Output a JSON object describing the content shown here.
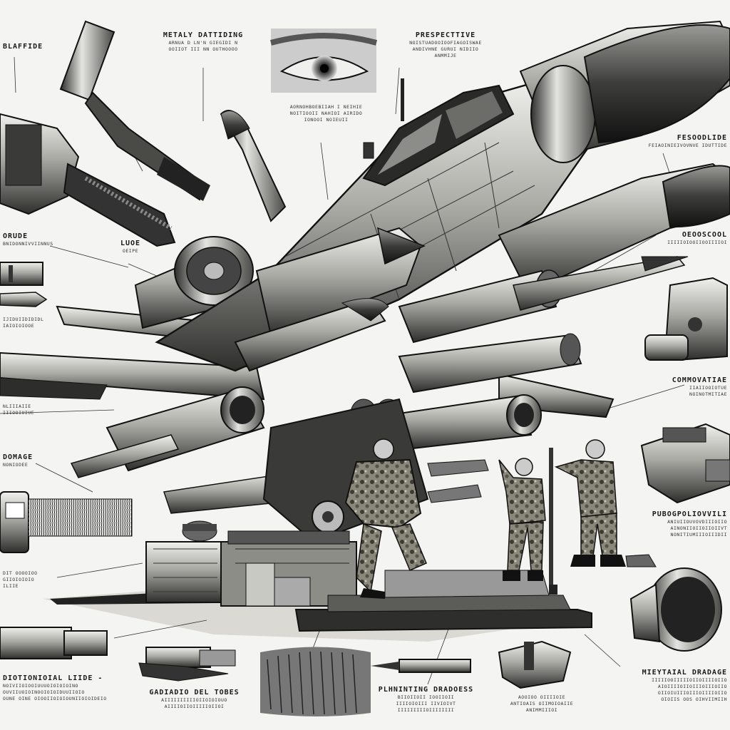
{
  "labels": {
    "top_left": {
      "title": "BLAFFIDE"
    },
    "metal_shading": {
      "title": "METALY DATTIDING",
      "sub": [
        "ARNUA D LN'N GIEGIDI N",
        "OOIIOT III NN OUTHOOOO"
      ]
    },
    "perspective": {
      "title": "PRESPECTTIVE",
      "sub": [
        "NOISTUADOOIOOFIAGOISWAE",
        "ANDIVHNE GURUI NIDIIO",
        "ANMMIJE"
      ]
    },
    "eye_notes": {
      "sub": [
        "AORNOHBOEBIIAH I NEIHIE",
        "NOITIOOII NAHIOI AIRIDO",
        "IONOOI NOIEUII"
      ]
    },
    "foreshortening": {
      "title": "FESOODLIDE",
      "sub": [
        "FEIAOINIEIVOVNVE IDUTTIDE"
      ]
    },
    "rough": {
      "title": "ORUDE",
      "sub": [
        "BNIDONNIVVIINNUS"
      ]
    },
    "line_shape": {
      "title": "LUOE",
      "sub": [
        "OEIPE"
      ]
    },
    "rough_notes": {
      "sub": [
        "IJIDUIIDIDIDL",
        "IAIOIOIOOE"
      ]
    },
    "cross": {
      "title": "OEOOSCOOL",
      "sub": [
        "IIIIIOIOOIIOOIIIIOI"
      ]
    },
    "side_left": {
      "sub": [
        "NLIIIAIIE",
        "IIIOOIUIUE"
      ]
    },
    "comparative": {
      "title": "COMMOVATIAE",
      "sub": [
        "IIAIIOOIOTUE",
        "NOINOTMITIAE"
      ]
    },
    "damage": {
      "title": "DOMAGE",
      "sub": [
        "NONIODEE"
      ]
    },
    "proportion": {
      "title": "PUBOGPOLIOVVILI",
      "sub": [
        "ANIUIIOUVOVDIIIOIIO",
        "AINONIIOIIOIIOIIVT",
        "NONITIUMIIIOIIIDII"
      ]
    },
    "bottom_left_side": {
      "sub": [
        "DIT OOOOIOO",
        "GIIOIOIOIO",
        "ILIIE"
      ]
    },
    "directional": {
      "title": "DIOTIONIOIAL LIIDE -",
      "sub": [
        "NOIVIIOIOOIUUUOIOIOIOINO",
        "OUVIIUOIOINOOIOIOIDUUIIOIO",
        "OUNE OINE OIOOIIOIOIOUNIIOIOIDEIO"
      ]
    },
    "gradient": {
      "title": "GADIADIO DEL TOBES",
      "sub": [
        "AIIIIIIIIIIOIIOIOIOUO",
        "AIIIIOIIOIIIIIOIIOI"
      ]
    },
    "planning": {
      "title": "PLHNINTING DRADOESS",
      "sub": [
        "BIIOIIOII IOOIIOII",
        "IIIIOIOIII IIVIOIVT",
        "IIIIIIIIIOIIIIIIII"
      ]
    },
    "technical": {
      "sub": [
        "AOOIOO OIIIIOIE",
        "ANTIOAIS OIIMOIOAIIE",
        "ANIMMIIIOI"
      ]
    },
    "material": {
      "title": "MIEYTAIAL DRADAGE",
      "sub": [
        "IIIIIOOIIIIIOIIOIIIIOIIO",
        "AIOIIIIOIIOIIIOIIIOIIO",
        "OIIOIUIIIOIIIOIIIIOIIO",
        "OIOIIS OOS OIHVIIMIIH"
      ]
    }
  },
  "colors": {
    "ink": "#1a1a1a",
    "paper": "#f4f4f2",
    "metal_light": "#d4d4d0",
    "metal_mid": "#8f8f8a",
    "metal_dark": "#3a3a38",
    "camo": "#6d6a5e"
  }
}
